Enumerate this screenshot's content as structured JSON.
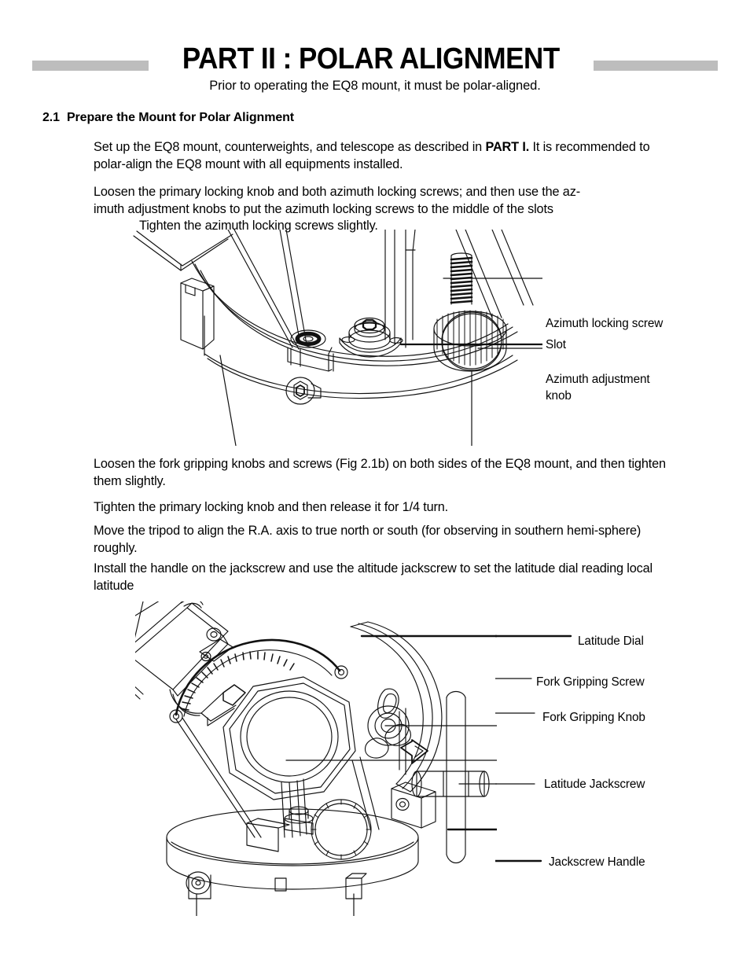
{
  "document": {
    "title": "PART II : POLAR ALIGNMENT",
    "subtitle": "Prior to operating the EQ8 mount, it must be polar-aligned.",
    "title_bar_color": "#bdbdbd",
    "ink_color": "#000000",
    "page_background": "#ffffff"
  },
  "section": {
    "number": "2.1",
    "heading": "Prepare the Mount for Polar Alignment"
  },
  "paragraphs": [
    {
      "id": "p1",
      "lead": "Set up the EQ8 mount, counterweights, and telescope as described in ",
      "emphasis": "PART I.",
      "tail": " It is recommended to polar-align the EQ8 mount with all equipments installed."
    },
    {
      "id": "p2",
      "line1": "Loosen the primary locking knob and both azimuth locking screws; and then use the az-",
      "line2": "imuth adjustment knobs to put the azimuth locking screws to the middle of the slots",
      "line3": "Tighten the azimuth locking screws slightly."
    },
    {
      "id": "p3",
      "text": "Loosen the fork gripping knobs and screws (Fig 2.1b) on both sides of the EQ8 mount, and then tighten them slightly."
    },
    {
      "id": "p4",
      "text": "Tighten the primary locking knob and then release it for 1/4 turn."
    },
    {
      "id": "p5",
      "text": "Move the tripod to align the R.A. axis to true north or south (for observing in southern hemi-sphere) roughly."
    },
    {
      "id": "p6",
      "text": "Install the handle on the jackscrew and use the altitude jackscrew to set the latitude dial reading local latitude"
    }
  ],
  "figure_1": {
    "name": "azimuth-adjustment-assembly-diagram",
    "callouts": [
      {
        "id": "c1",
        "label": "Azimuth locking screw"
      },
      {
        "id": "c2",
        "label": "Slot"
      },
      {
        "id": "c3",
        "label": "Azimuth adjustment\nknob"
      }
    ]
  },
  "figure_2": {
    "name": "latitude-adjustment-assembly-diagram",
    "callouts": [
      {
        "id": "d1",
        "label": "Latitude Dial"
      },
      {
        "id": "d2",
        "label": "Fork Gripping Screw"
      },
      {
        "id": "d3",
        "label": "Fork Gripping Knob"
      },
      {
        "id": "d4",
        "label": "Latitude Jackscrew"
      },
      {
        "id": "d5",
        "label": "Jackscrew Handle"
      }
    ]
  }
}
